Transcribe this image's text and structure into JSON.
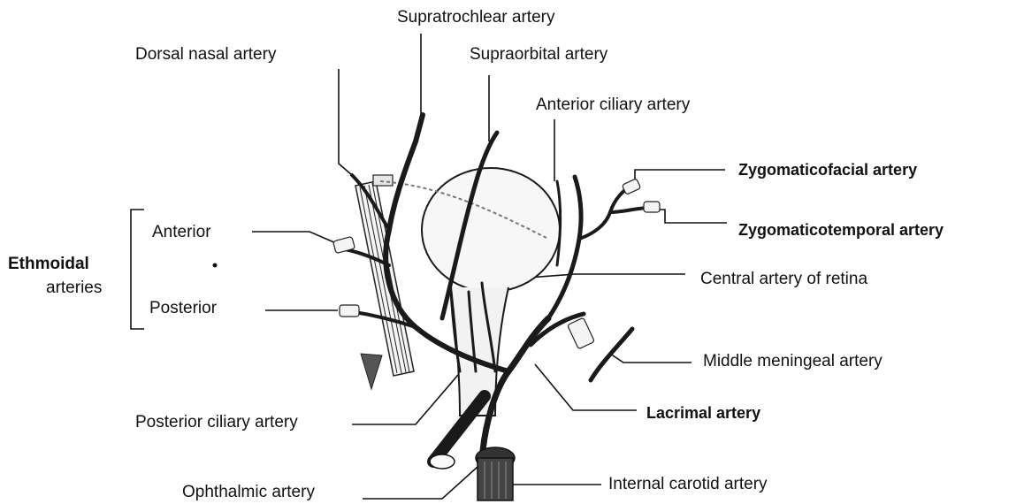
{
  "labels": {
    "supratrochlear": "Supratrochlear artery",
    "dorsal_nasal": "Dorsal nasal artery",
    "supraorbital": "Supraorbital artery",
    "anterior_ciliary": "Anterior ciliary artery",
    "zygomaticofacial": "Zygomaticofacial artery",
    "zygomaticotemporal": "Zygomaticotemporal artery",
    "anterior": "Anterior",
    "ethmoidal_line1": "Ethmoidal",
    "ethmoidal_line2": "arteries",
    "posterior": "Posterior",
    "central_retina": "Central artery of retina",
    "middle_meningeal": "Middle meningeal artery",
    "posterior_ciliary": "Posterior ciliary artery",
    "lacrimal": "Lacrimal artery",
    "ophthalmic": "Ophthalmic artery",
    "internal_carotid": "Internal carotid artery"
  },
  "colors": {
    "ink": "#111111",
    "background": "#ffffff"
  }
}
